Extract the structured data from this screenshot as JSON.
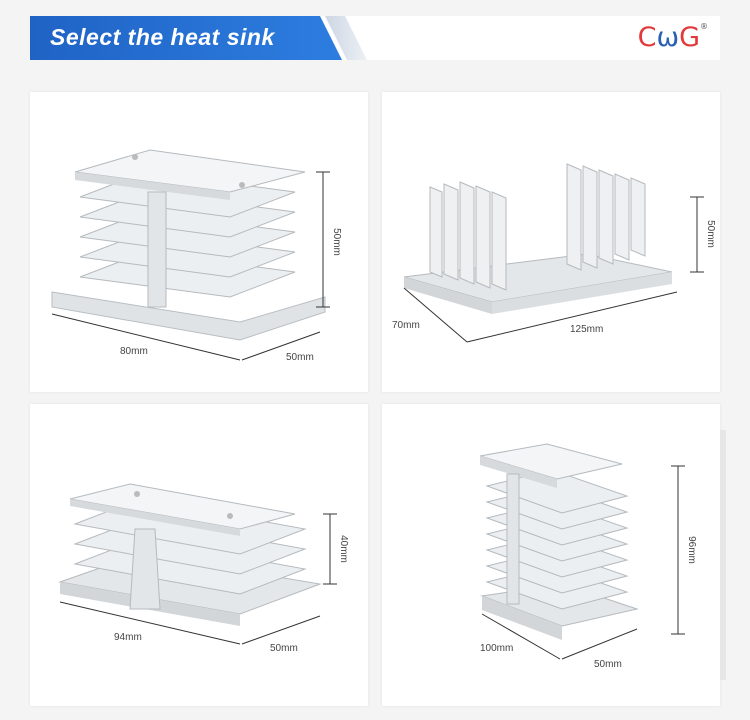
{
  "header": {
    "title": "Select the heat sink",
    "logo": {
      "left": "C",
      "middle": "ω",
      "right": "G",
      "mark": "®"
    }
  },
  "products": [
    {
      "width": "80mm",
      "depth": "50mm",
      "height": "50mm"
    },
    {
      "width": "125mm",
      "depth": "70mm",
      "height": "50mm"
    },
    {
      "width": "94mm",
      "depth": "50mm",
      "height": "40mm"
    },
    {
      "width": "100mm",
      "depth": "50mm",
      "height": "96mm"
    }
  ],
  "colors": {
    "accent": "#1f63c5",
    "logo_red": "#e23a3a",
    "metal": "#e9ecee"
  }
}
